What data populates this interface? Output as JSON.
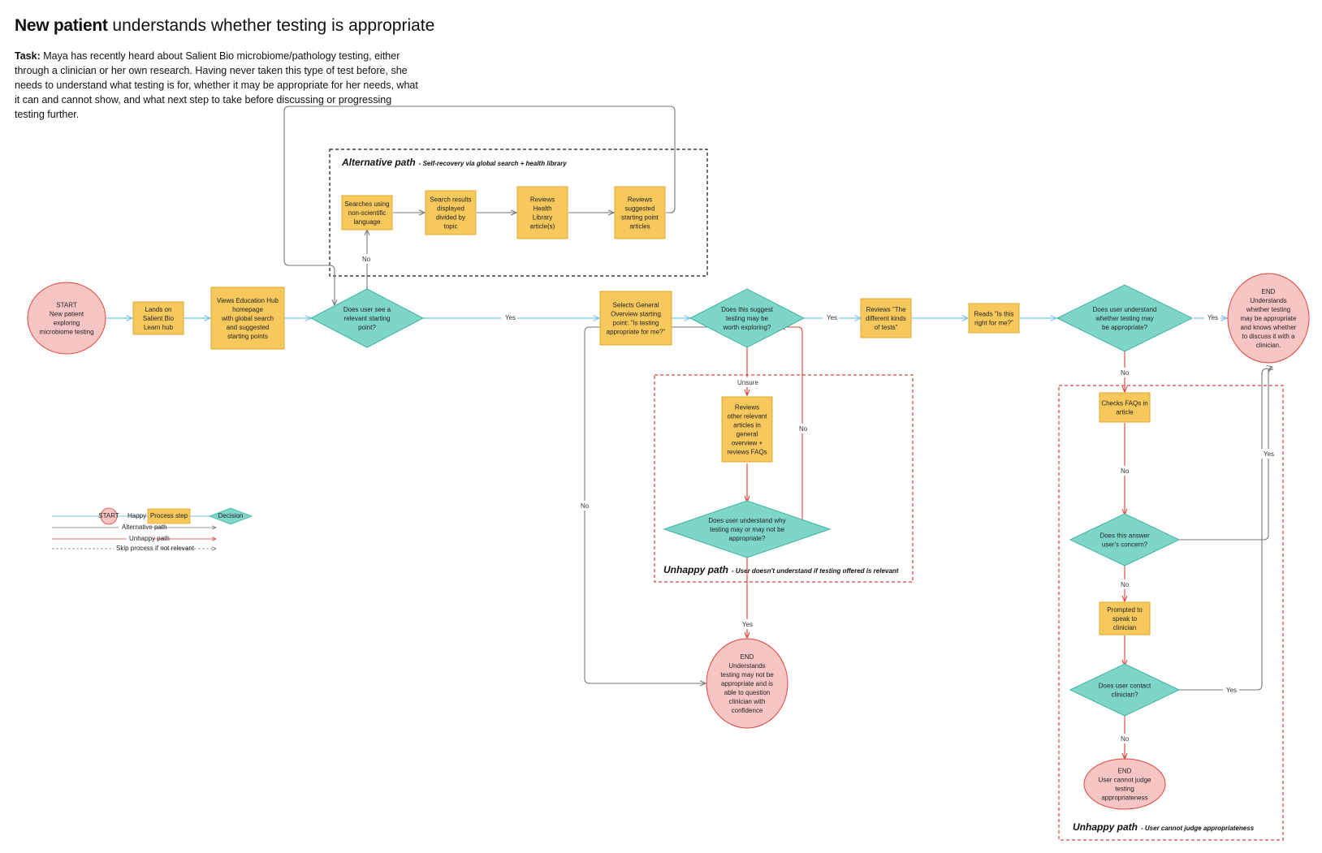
{
  "header": {
    "title_bold": "New patient",
    "title_rest": "understands whether testing is appropriate",
    "task_label": "Task:",
    "task_text": "Maya has recently heard about Salient Bio microbiome/pathology testing, either through a clinician or her own research. Having never taken this type of test before, she needs to understand what testing is for, whether it may be appropriate for her needs, what it can and cannot show, and what next step to take before discussing or progressing testing further."
  },
  "colors": {
    "terminal_fill": "#f7c6c4",
    "terminal_stroke": "#e0443a",
    "process_fill": "#f7c95c",
    "process_stroke": "#e0a92c",
    "decision_fill": "#7ed6c9",
    "decision_stroke": "#3fb3a3",
    "happy_line": "#7cc3ea",
    "unhappy_line": "#d9403a",
    "alt_line": "#777777"
  },
  "groups": [
    {
      "id": "alt",
      "title": "Alternative path",
      "subtitle": "- Self-recovery via global search + health library"
    },
    {
      "id": "unhappy1",
      "title": "Unhappy path",
      "subtitle": "- User doesn't understand if testing offered is relevant"
    },
    {
      "id": "unhappy2",
      "title": "Unhappy path",
      "subtitle": "- User cannot judge appropriateness"
    }
  ],
  "nodes": [
    {
      "id": "start",
      "type": "terminal",
      "lines": [
        "START",
        "New patient",
        "exploring",
        "microbiome testing"
      ]
    },
    {
      "id": "lands",
      "type": "process",
      "lines": [
        "Lands on",
        "Salient Bio",
        "Learn hub"
      ]
    },
    {
      "id": "views",
      "type": "process",
      "lines": [
        "Views Education Hub",
        "homepage",
        "with global search",
        "and suggested",
        "starting points"
      ]
    },
    {
      "id": "d1",
      "type": "decision",
      "lines": [
        "Does user see a",
        "relevant starting",
        "point?"
      ]
    },
    {
      "id": "searches",
      "type": "process",
      "lines": [
        "Searches using",
        "non-scientific",
        "language"
      ]
    },
    {
      "id": "results",
      "type": "process",
      "lines": [
        "Search results",
        "displayed",
        "divided by",
        "topic"
      ]
    },
    {
      "id": "library",
      "type": "process",
      "lines": [
        "Reviews",
        "Health",
        "Library",
        "article(s)"
      ]
    },
    {
      "id": "suggested",
      "type": "process",
      "lines": [
        "Reviews",
        "suggested",
        "starting point",
        "articles"
      ]
    },
    {
      "id": "selects",
      "type": "process",
      "lines": [
        "Selects General",
        "Overview starting",
        "point: \"Is testing",
        "appropriate for me?\""
      ]
    },
    {
      "id": "d2",
      "type": "decision",
      "lines": [
        "Does this suggest",
        "testing may be",
        "worth exploring?"
      ]
    },
    {
      "id": "reviews_kinds",
      "type": "process",
      "lines": [
        "Reviews \"The",
        "different kinds",
        "of tests\""
      ]
    },
    {
      "id": "reads",
      "type": "process",
      "lines": [
        "Reads \"Is this",
        "right for me?\""
      ]
    },
    {
      "id": "d3",
      "type": "decision",
      "lines": [
        "Does user understand",
        "whether testing may",
        "be appropriate?"
      ]
    },
    {
      "id": "end1",
      "type": "terminal",
      "lines": [
        "END",
        "Understands",
        "whether testing",
        "may be appropriate",
        "and knows whether",
        "to discuss it with a",
        "clinician."
      ]
    },
    {
      "id": "reviews_other",
      "type": "process",
      "lines": [
        "Reviews",
        "other relevant",
        "articles in",
        "general",
        "overview +",
        "reviews FAQs"
      ]
    },
    {
      "id": "d4",
      "type": "decision",
      "lines": [
        "Does user understand why",
        "testing may or may not be",
        "appropriate?"
      ]
    },
    {
      "id": "end2",
      "type": "terminal",
      "lines": [
        "END",
        "Understands",
        "testing may not be",
        "appropriate and is",
        "able to question",
        "clinician with",
        "confidence"
      ]
    },
    {
      "id": "faqs",
      "type": "process",
      "lines": [
        "Checks FAQs in",
        "article"
      ]
    },
    {
      "id": "d5",
      "type": "decision",
      "lines": [
        "Does this answer",
        "user's concern?"
      ]
    },
    {
      "id": "prompted",
      "type": "process",
      "lines": [
        "Prompted to",
        "speak to",
        "clinician"
      ]
    },
    {
      "id": "d6",
      "type": "decision",
      "lines": [
        "Does user contact",
        "clinician?"
      ]
    },
    {
      "id": "end3",
      "type": "terminal",
      "lines": [
        "END",
        "User cannot judge",
        "testing",
        "appropriateness"
      ]
    }
  ],
  "edge_labels": {
    "yes": "Yes",
    "no": "No",
    "unsure": "Unsure"
  },
  "legend": {
    "start_text": "START",
    "process_text": "Process step",
    "decision_text": "Decision",
    "happy_label": "Happy path",
    "alt_label": "Alternative path",
    "unhappy_label": "Unhappy path",
    "skip_label": "Skip process if not relevant"
  }
}
